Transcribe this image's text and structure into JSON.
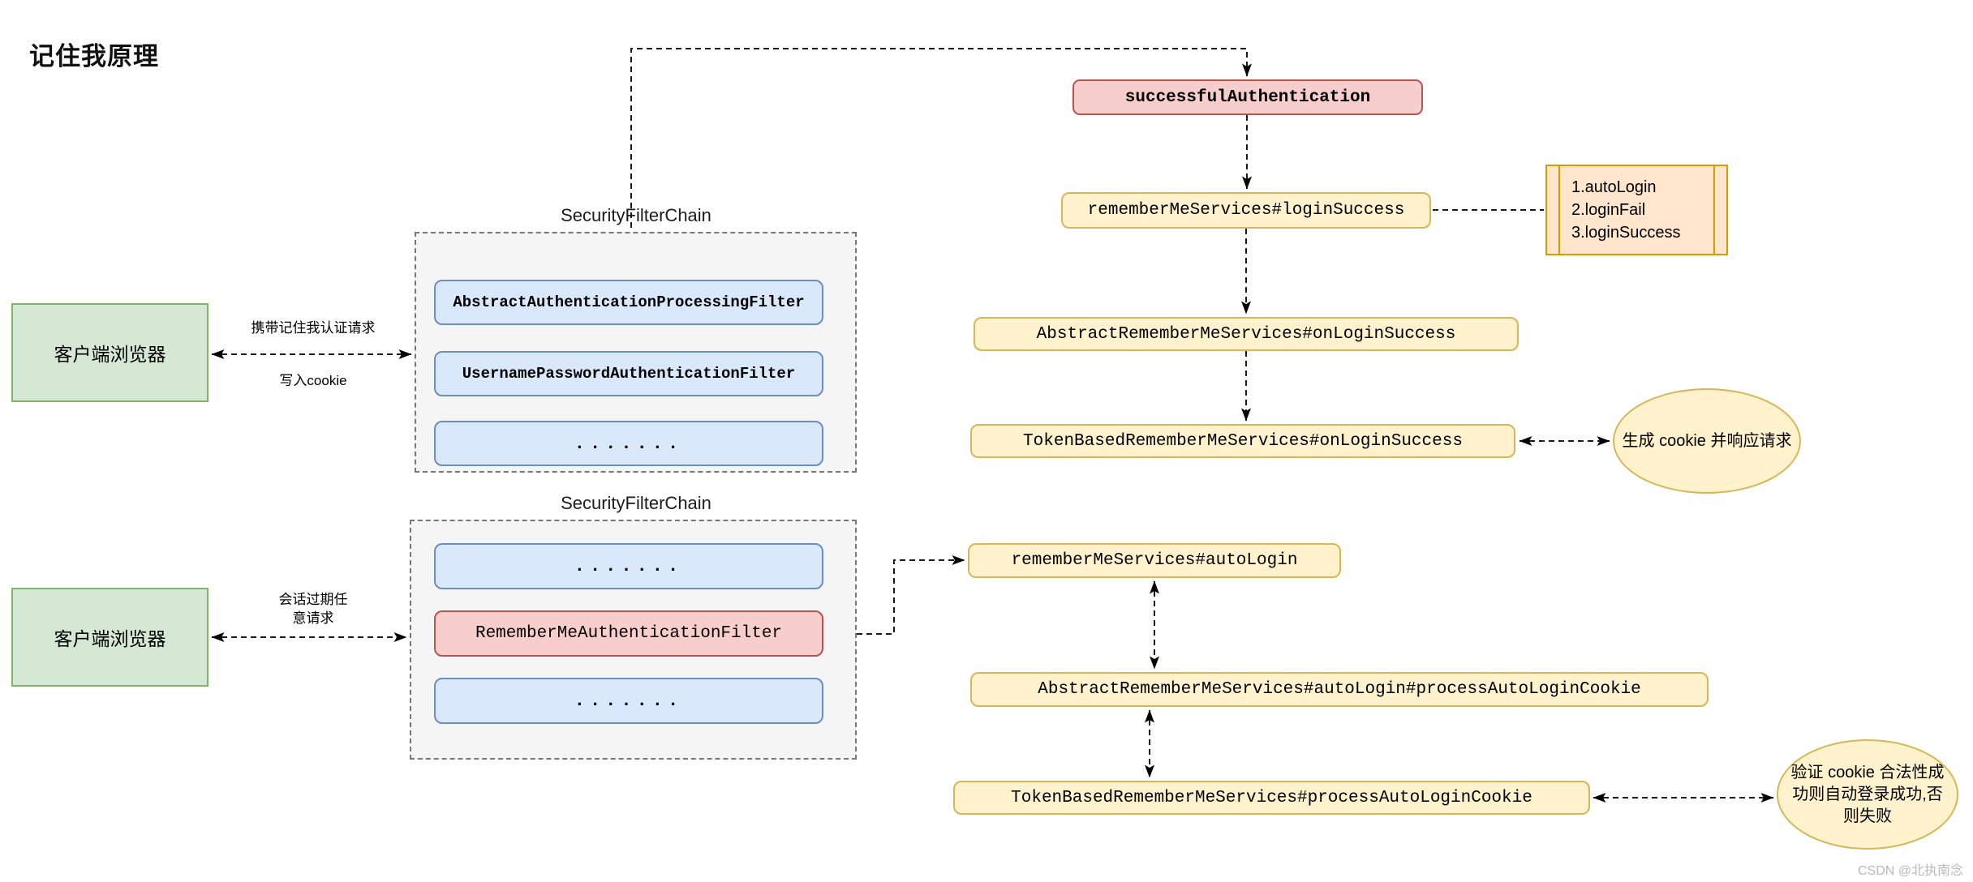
{
  "page": {
    "title": "记住我原理",
    "watermark": "CSDN @北执南念"
  },
  "colors": {
    "client_fill": "#d5e8d4",
    "client_border": "#82b366",
    "filter_blue_fill": "#dae8fc",
    "filter_blue_border": "#6c8ebf",
    "red_fill": "#f8cecc",
    "red_border": "#b85450",
    "yellow_fill": "#fff2cc",
    "yellow_border": "#d6b656",
    "note_fill": "#ffe6cc",
    "note_border": "#d79b00",
    "container_fill": "#f5f5f5"
  },
  "client_top": {
    "label": "客户端浏览器"
  },
  "client_bottom": {
    "label": "客户端浏览器"
  },
  "edge_labels": {
    "request_with_rememberme": "携带记住我认证请求",
    "write_cookie": "写入cookie",
    "session_expired_line1": "会话过期任",
    "session_expired_line2": "意请求"
  },
  "chain_top": {
    "title": "SecurityFilterChain",
    "filters": [
      {
        "label": "AbstractAuthenticationProcessingFilter"
      },
      {
        "label": "UsernamePasswordAuthenticationFilter"
      },
      {
        "label": "......."
      }
    ]
  },
  "chain_bottom": {
    "title": "SecurityFilterChain",
    "filters": [
      {
        "label": "......."
      },
      {
        "label": "RememberMeAuthenticationFilter"
      },
      {
        "label": "......."
      }
    ]
  },
  "login_flow": {
    "successful_authentication": "successfulAuthentication",
    "remember_me_login_success": "rememberMeServices#loginSuccess",
    "abstract_on_login_success": "AbstractRememberMeServices#onLoginSuccess",
    "token_on_login_success": "TokenBasedRememberMeServices#onLoginSuccess",
    "note_lines": [
      "1.autoLogin",
      "2.loginFail",
      "3.loginSuccess"
    ],
    "generate_cookie_note": "生成 cookie 并响应请求"
  },
  "auto_login_flow": {
    "remember_me_auto_login": "rememberMeServices#autoLogin",
    "abstract_process_cookie": "AbstractRememberMeServices#autoLogin#processAutoLoginCookie",
    "token_process_cookie": "TokenBasedRememberMeServices#processAutoLoginCookie",
    "validate_cookie_note": "验证 cookie 合法性成功则自动登录成功,否则失败"
  }
}
